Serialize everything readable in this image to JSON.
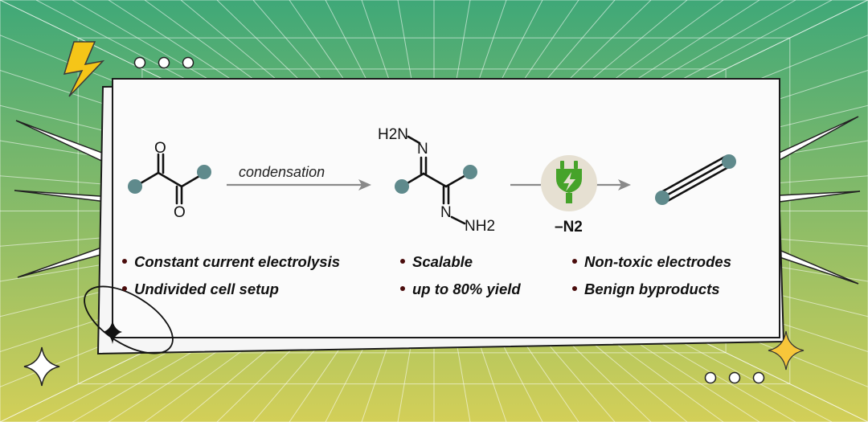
{
  "colors": {
    "bg_top": "#3fa878",
    "bg_bottom": "#d3cf58",
    "panel": "#fbfbfb",
    "substituent": "#5f8a8c",
    "arrow": "#8a8a8a",
    "electro_circle": "#e6e0d2",
    "electro_icon": "#46a32a",
    "bolt": "#f5c518",
    "bullet_dot": "#4a0c0c"
  },
  "scheme": {
    "diketone": {
      "o_top": "O",
      "o_bottom": "O"
    },
    "arrow1_label": "condensation",
    "hydrazone": {
      "top_group": "H2N",
      "n_top": "N",
      "n_bottom": "N",
      "bottom_group": "NH2"
    },
    "arrow2_label": "–N2",
    "icons": [
      "plug-bolt-icon"
    ]
  },
  "bullets": {
    "col1": [
      "Constant current electrolysis",
      "Undivided cell setup"
    ],
    "col2": [
      "Scalable",
      "up to 80% yield"
    ],
    "col3": [
      "Non-toxic electrodes",
      "Benign byproducts"
    ]
  }
}
